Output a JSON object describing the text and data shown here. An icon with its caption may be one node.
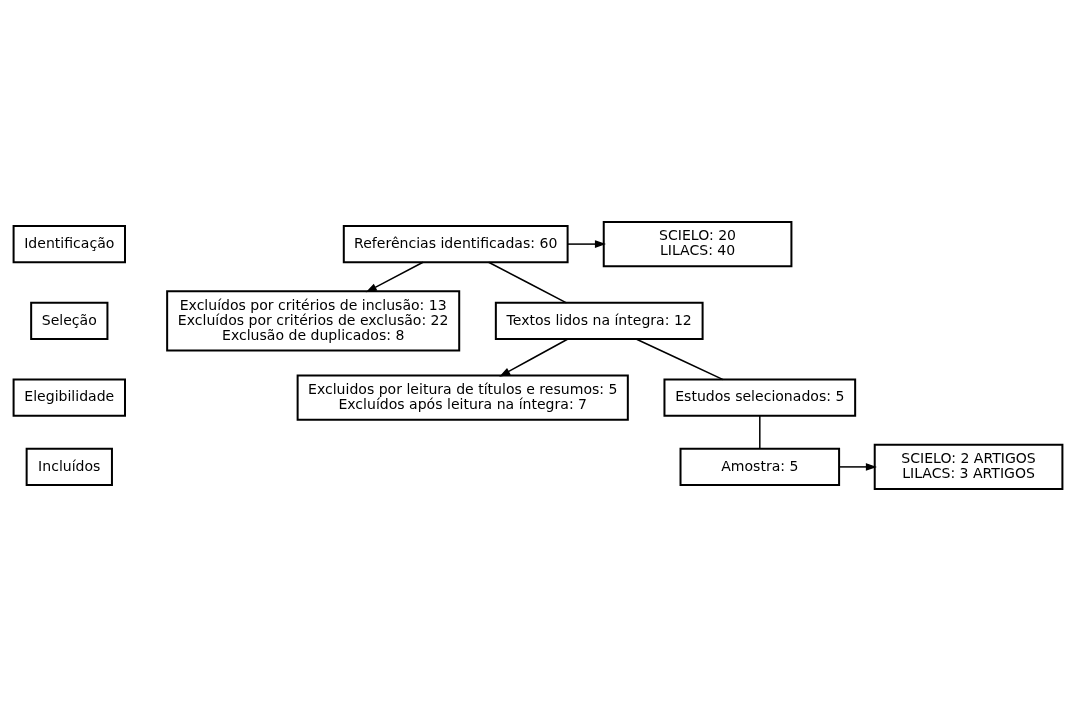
{
  "diagram": {
    "nodes": [
      {
        "text": [
          "Identificação"
        ]
      },
      {
        "text": [
          "Seleção"
        ]
      },
      {
        "text": [
          "Elegibilidade"
        ]
      },
      {
        "text": [
          "Incluídos"
        ]
      },
      {
        "text": [
          "Referências identificadas: 60"
        ]
      },
      {
        "text": [
          "SCIELO: 20",
          "LILACS: 40"
        ]
      },
      {
        "text": [
          "Excluídos por critérios de inclusão: 13",
          "Excluídos por critérios de exclusão: 22",
          "Exclusão de duplicados: 8"
        ]
      },
      {
        "text": [
          "Textos lidos na íntegra: 12"
        ]
      },
      {
        "text": [
          "Excluidos por leitura de títulos e resumos: 5",
          "Excluídos após leitura na íntegra: 7"
        ]
      },
      {
        "text": [
          "Estudos selecionados: 5"
        ]
      },
      {
        "text": [
          "Amostra: 5"
        ]
      },
      {
        "text": [
          "SCIELO: 2 ARTIGOS",
          "LILACS: 3 ARTIGOS"
        ]
      }
    ],
    "edges": [
      {
        "from": 4,
        "to": 5,
        "arrow": "to"
      },
      {
        "from": 4,
        "to": 7,
        "arrow": "none"
      },
      {
        "from": 4,
        "to": 6,
        "arrow": "to"
      },
      {
        "from": 7,
        "to": 9,
        "arrow": "none"
      },
      {
        "from": 7,
        "to": 8,
        "arrow": "to"
      },
      {
        "from": 9,
        "to": 10,
        "arrow": "none"
      },
      {
        "from": 10,
        "to": 11,
        "arrow": "to"
      }
    ]
  }
}
